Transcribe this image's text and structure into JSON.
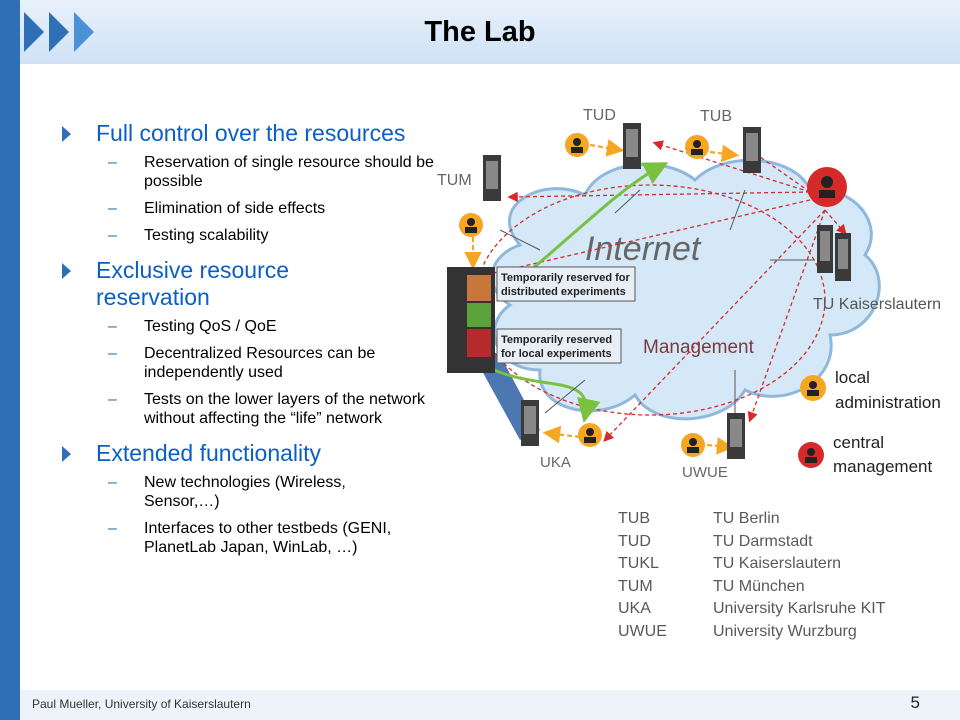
{
  "slide": {
    "title": "The Lab",
    "footer": "Paul Mueller, University of Kaiserslautern",
    "page_number": "5"
  },
  "bullets": [
    {
      "text": "Full control over the resources",
      "subs": [
        "Reservation of single resource should be possible",
        "Elimination of side effects",
        "Testing scalability"
      ]
    },
    {
      "text": "Exclusive resource reservation",
      "subs": [
        "Testing QoS / QoE",
        "Decentralized Resources can be independently used",
        "Tests on the lower layers of the network without affecting the “life” network"
      ]
    },
    {
      "text": "Extended functionality",
      "subs": [
        "New technologies (Wireless, Sensor,…)",
        "Interfaces to other testbeds (GENI, PlanetLab Japan, WinLab, …)"
      ]
    }
  ],
  "diagram": {
    "cloud_label": "Internet",
    "management_label": "Management",
    "box_distributed": [
      "Temporarily reserved for",
      "distributed experiments"
    ],
    "box_local": [
      "Temporarily reserved",
      "for local experiments"
    ],
    "sites": {
      "tud": "TUD",
      "tub": "TUB",
      "tum": "TUM",
      "tukl": "TU Kaiserslautern",
      "uka": "UKA",
      "uwue": "UWUE"
    },
    "key_local": [
      "local",
      "administration"
    ],
    "key_central": [
      "central",
      "management"
    ],
    "colors": {
      "server_dark": "#3a3a3a",
      "arrow_green": "#7ac142",
      "arrow_orange": "#f5a623",
      "arrow_red": "#d62a2a",
      "cloud_fill": "#d4e8f8"
    }
  },
  "legend": [
    {
      "abbr": "TUB",
      "name": "TU Berlin"
    },
    {
      "abbr": "TUD",
      "name": "TU Darmstadt"
    },
    {
      "abbr": "TUKL",
      "name": "TU Kaiserslautern"
    },
    {
      "abbr": "TUM",
      "name": "TU München"
    },
    {
      "abbr": "UKA",
      "name": "University Karlsruhe KIT"
    },
    {
      "abbr": "UWUE",
      "name": "University Wurzburg"
    }
  ]
}
